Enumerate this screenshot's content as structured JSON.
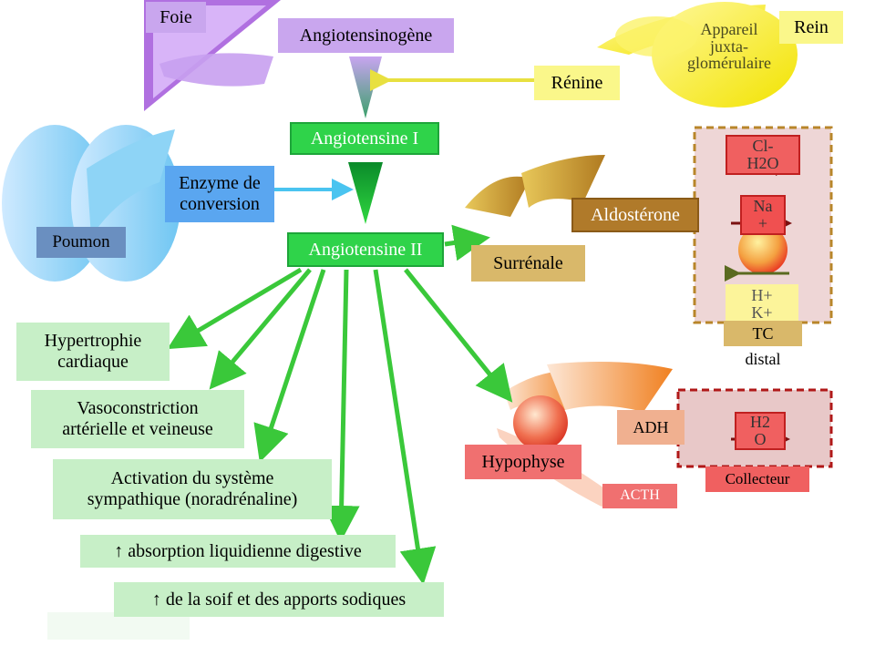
{
  "diagram": {
    "organs": {
      "foie": "Foie",
      "rein": "Rein",
      "appareil": "Appareil\njuxta-\nglomérulaire",
      "poumon": "Poumon",
      "surrenale": "Surrénale",
      "hypophyse": "Hypophyse",
      "tc_distal": "TC",
      "distal": "distal",
      "collecteur": "Collecteur"
    },
    "molecules": {
      "angiotensinogene": "Angiotensinogène",
      "renine": "Rénine",
      "angiotensine_1": "Angiotensine I",
      "enzyme": "Enzyme de\nconversion",
      "angiotensine_2": "Angiotensine II",
      "aldosterone": "Aldostérone",
      "adh": "ADH",
      "acth": "ACTH"
    },
    "tubule_ions": {
      "cl_h2o": "Cl-\nH2O",
      "na": "Na\n+",
      "h_k": "H+\nK+",
      "h2o_collecteur": "H2\nO"
    },
    "effects": [
      "Hypertrophie\ncardiaque",
      "Vasoconstriction\nartérielle et veineuse",
      "Activation du système\nsympathique (noradrénaline)",
      "↑ absorption liquidienne digestive",
      "↑ de la soif et des apports sodiques"
    ],
    "colors": {
      "angiotensin_box": "#2fd34a",
      "effect_box": "#c7efc7",
      "arrow_green": "#3ac83a",
      "renin_arrow": "#e8e040",
      "enzyme_arrow": "#4ac4f0",
      "tubule_border": "#b8862a",
      "collecteur_border": "#b01818"
    }
  }
}
